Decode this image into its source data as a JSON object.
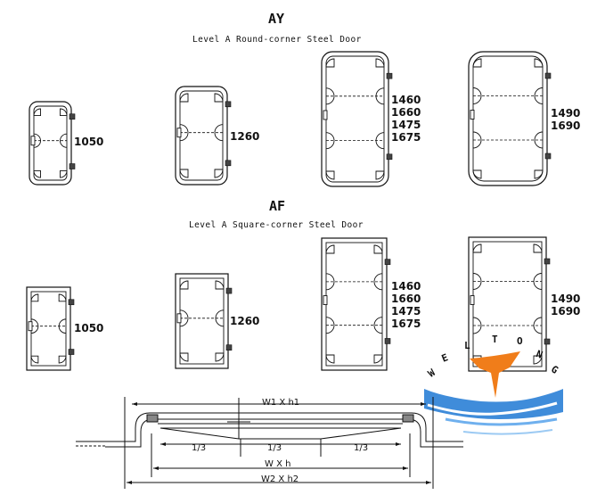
{
  "section_round": {
    "code": "AY",
    "title": "Level A Round-corner Steel Door",
    "sizes": [
      [
        "1050"
      ],
      [
        "1260"
      ],
      [
        "1460",
        "1660",
        "1475",
        "1675"
      ],
      [
        "1490",
        "1690"
      ]
    ]
  },
  "section_square": {
    "code": "AF",
    "title": "Level A Square-corner Steel Door",
    "sizes": [
      [
        "1050"
      ],
      [
        "1260"
      ],
      [
        "1460",
        "1660",
        "1475",
        "1675"
      ],
      [
        "1490",
        "1690"
      ]
    ]
  },
  "section_drawing": {
    "dim_outer_top": "W1 X h1",
    "dim_inner": "W X h",
    "dim_outer_bottom": "W2 X h2",
    "thirds": [
      "1/3",
      "1/3",
      "1/3"
    ]
  },
  "logo": {
    "letters": [
      "W",
      "E",
      "L",
      "T",
      "O",
      "N",
      "G"
    ],
    "colors": {
      "blue": "#2a7fd6",
      "orange": "#f07d1a"
    }
  }
}
